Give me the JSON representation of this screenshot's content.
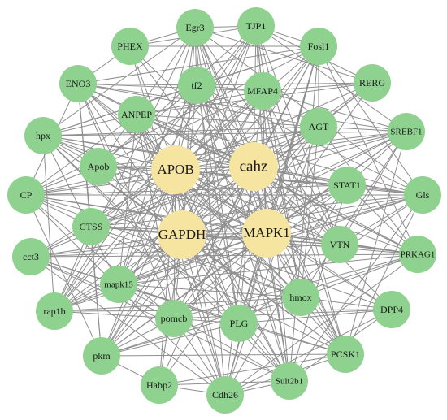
{
  "colors": {
    "outer_node": "#8fd18f",
    "hub_node": "#f6e4a1",
    "edge": "#8e8e8e",
    "background": "#ffffff"
  },
  "nodes": [
    {
      "id": "APOB",
      "label": "APOB",
      "group": "hub"
    },
    {
      "id": "cahz",
      "label": "cahz",
      "group": "hub"
    },
    {
      "id": "GAPDH",
      "label": "GAPDH",
      "group": "hub"
    },
    {
      "id": "MAPK1",
      "label": "MAPK1",
      "group": "hub"
    },
    {
      "id": "Egr3",
      "label": "Egr3",
      "group": "outer"
    },
    {
      "id": "TJP1",
      "label": "TJP1",
      "group": "outer"
    },
    {
      "id": "PHEX",
      "label": "PHEX",
      "group": "outer"
    },
    {
      "id": "Fosl1",
      "label": "Fosl1",
      "group": "outer"
    },
    {
      "id": "ENO3",
      "label": "ENO3",
      "group": "outer"
    },
    {
      "id": "tf2",
      "label": "tf2",
      "group": "outer"
    },
    {
      "id": "MFAP4",
      "label": "MFAP4",
      "group": "outer"
    },
    {
      "id": "RERG",
      "label": "RERG",
      "group": "outer"
    },
    {
      "id": "ANPEP",
      "label": "ANPEP",
      "group": "outer"
    },
    {
      "id": "AGT",
      "label": "AGT",
      "group": "outer"
    },
    {
      "id": "hpx",
      "label": "hpx",
      "group": "outer"
    },
    {
      "id": "SREBF1",
      "label": "SREBF1",
      "group": "outer"
    },
    {
      "id": "Apob",
      "label": "Apob",
      "group": "outer"
    },
    {
      "id": "STAT1",
      "label": "STAT1",
      "group": "outer"
    },
    {
      "id": "CP",
      "label": "CP",
      "group": "outer"
    },
    {
      "id": "Gls",
      "label": "Gls",
      "group": "outer"
    },
    {
      "id": "CTSS",
      "label": "CTSS",
      "group": "outer"
    },
    {
      "id": "VTN",
      "label": "VTN",
      "group": "outer"
    },
    {
      "id": "cct3",
      "label": "cct3",
      "group": "outer"
    },
    {
      "id": "PRKAG1",
      "label": "PRKAG1",
      "group": "outer"
    },
    {
      "id": "mapk15",
      "label": "mapk15",
      "group": "outer"
    },
    {
      "id": "hmox",
      "label": "hmox",
      "group": "outer"
    },
    {
      "id": "rap1b",
      "label": "rap1b",
      "group": "outer"
    },
    {
      "id": "DPP4",
      "label": "DPP4",
      "group": "outer"
    },
    {
      "id": "pomcb",
      "label": "pomcb",
      "group": "outer"
    },
    {
      "id": "PLG",
      "label": "PLG",
      "group": "outer"
    },
    {
      "id": "pkm",
      "label": "pkm",
      "group": "outer"
    },
    {
      "id": "PCSK1",
      "label": "PCSK1",
      "group": "outer"
    },
    {
      "id": "Habp2",
      "label": "Habp2",
      "group": "outer"
    },
    {
      "id": "Cdh26",
      "label": "Cdh26",
      "group": "outer"
    },
    {
      "id": "Sult2b1",
      "label": "Sult2b1",
      "group": "outer"
    }
  ]
}
